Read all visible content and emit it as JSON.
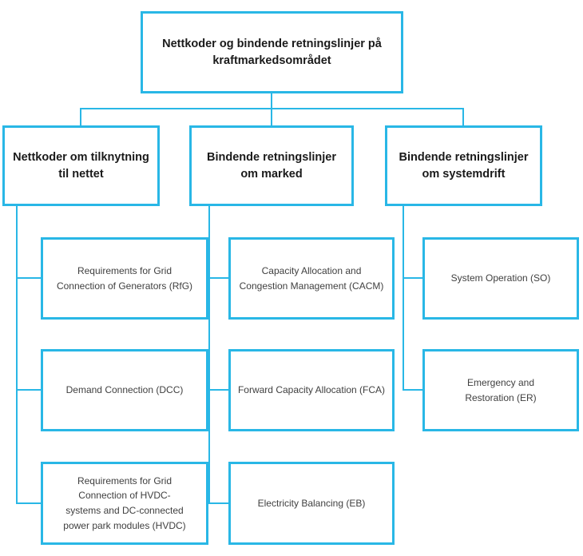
{
  "colors": {
    "accent": "#29b7e6",
    "heading_text": "#1a1a1a",
    "body_text": "#3f3f3f",
    "background": "#ffffff"
  },
  "diagram": {
    "root": {
      "label": "Nettkoder og bindende retningslinjer på kraftmarkedsområdet"
    },
    "columns": [
      {
        "header": "Nettkoder om tilknytning til nettet",
        "children": [
          {
            "label": "Requirements for Grid Connection of Generators (RfG)"
          },
          {
            "label": "Demand Connection (DCC)"
          },
          {
            "label": "Requirements for Grid Connection of HVDC-systems and DC-connected power park modules (HVDC)"
          }
        ]
      },
      {
        "header": "Bindende retningslinjer om marked",
        "children": [
          {
            "label": "Capacity Allocation and Congestion Management (CACM)"
          },
          {
            "label": "Forward Capacity Allocation (FCA)"
          },
          {
            "label": "Electricity Balancing (EB)"
          }
        ]
      },
      {
        "header": "Bindende retningslinjer om systemdrift",
        "children": [
          {
            "label": "System Operation (SO)"
          },
          {
            "label": "Emergency and Restoration (ER)"
          }
        ]
      }
    ]
  }
}
